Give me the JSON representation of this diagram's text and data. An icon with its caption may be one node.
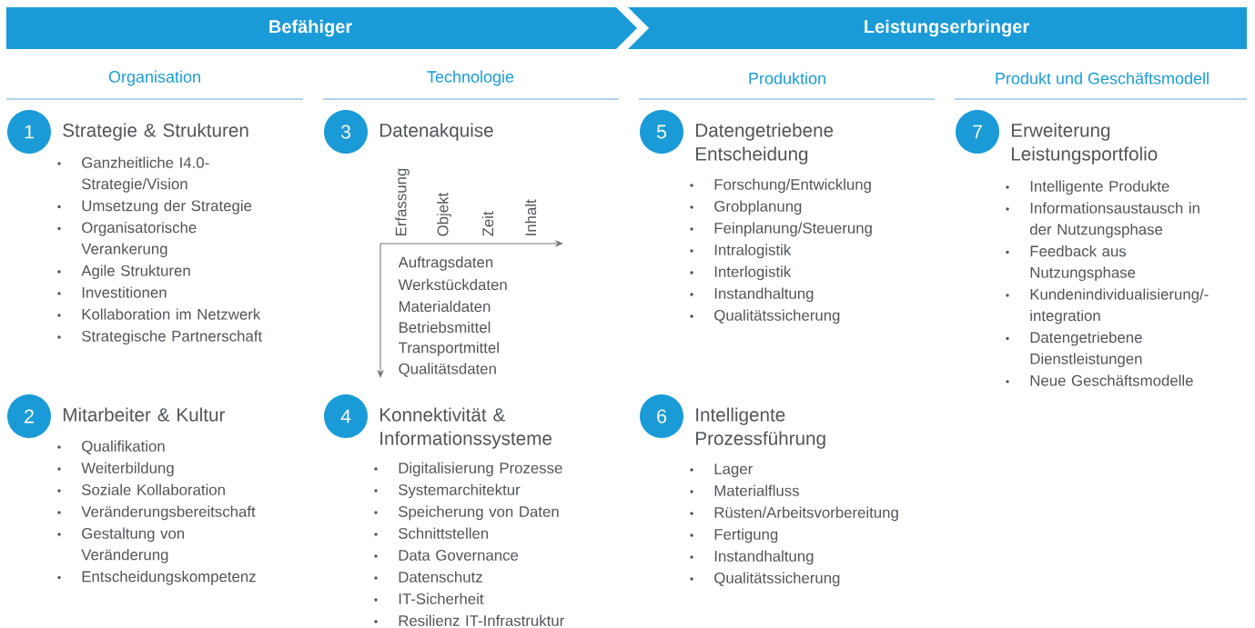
{
  "diagram": {
    "nodes": [
      {
        "text": [
          "Befähiger"
        ]
      },
      {
        "text": [
          "Leistungserbringer"
        ]
      },
      {
        "text": [
          "1",
          "Strategie & Strukturen"
        ],
        "beside": [
          "Ganzheitliche I4.0-Strategie/Vision",
          "Umsetzung der Strategie",
          "Organisatorische Verankerung",
          "Agile Strukturen",
          "Investitionen",
          "Kollaboration im Netzwerk",
          "Strategische Partnerschaft"
        ]
      },
      {
        "text": [
          "2",
          "Mitarbeiter & Kultur"
        ],
        "beside": [
          "Qualifikation",
          "Weiterbildung",
          "Soziale Kollaboration",
          "Veränderungsbereitschaft",
          "Gestaltung von Veränderung",
          "Entscheidungskompetenz"
        ]
      },
      {
        "text": [
          "3",
          "Datenakquise"
        ]
      },
      {
        "text": [
          "4",
          "Konnektivität & Informationssysteme"
        ],
        "beside": [
          "Digitalisierung Prozesse",
          "Systemarchitektur",
          "Speicherung von Daten",
          "Schnittstellen",
          "Data Governance",
          "Datenschutz",
          "IT-Sicherheit",
          "Resilienz IT-Infrastruktur"
        ]
      },
      {
        "text": [
          "5",
          "Datengetriebene Entscheidung"
        ],
        "beside": [
          "Forschung/Entwicklung",
          "Grobplanung",
          "Feinplanung/Steuerung",
          "Intralogistik",
          "Interlogistik",
          "Instandhaltung",
          "Qualitätssicherung"
        ]
      },
      {
        "text": [
          "6",
          "Intelligente Prozessführung"
        ],
        "beside": [
          "Lager",
          "Materialfluss",
          "Rüsten/Arbeitsvorbereitung",
          "Fertigung",
          "Instandhaltung",
          "Qualitätssicherung"
        ]
      },
      {
        "text": [
          "7",
          "Erweiterung Leistungsportfolio"
        ],
        "beside": [
          "Intelligente Produkte",
          "Informationsaustausch in der Nutzungsphase",
          "Feedback aus Nutzungsphase",
          "Kundenindividualisierung/-integration",
          "Datengetriebene Dienstleistungen",
          "Neue Geschäftsmodelle"
        ]
      }
    ],
    "labels": [
      "Organisation",
      "Technologie",
      "Produktion",
      "Produkt und Geschäftsmodell",
      "Erfassung",
      "Objekt",
      "Zeit",
      "Inhalt",
      "Auftragsdaten",
      "Werkstückdaten",
      "Materialdaten",
      "Betriebsmittel",
      "Transportmittel",
      "Qualitätsdaten"
    ]
  }
}
